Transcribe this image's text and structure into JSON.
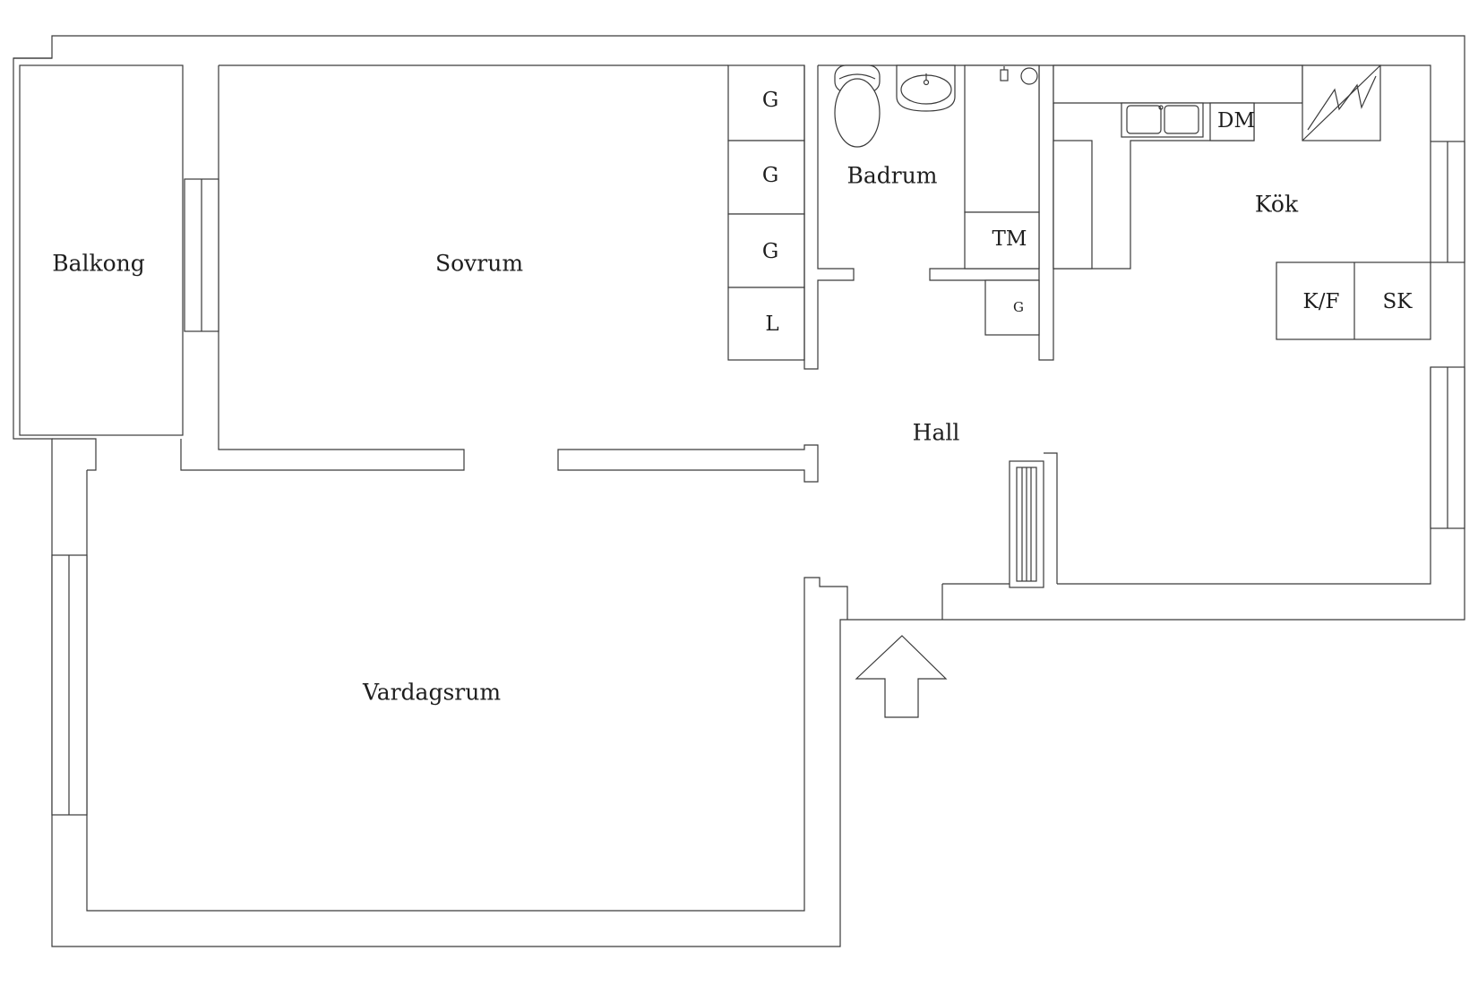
{
  "rooms": {
    "balkong": "Balkong",
    "sovrum": "Sovrum",
    "badrum": "Badrum",
    "kok": "Kök",
    "hall": "Hall",
    "vardagsrum": "Vardagsrum"
  },
  "closets": {
    "wardrobe_1": "G",
    "wardrobe_2": "G",
    "wardrobe_3": "G",
    "linen": "L",
    "hall_closet": "G"
  },
  "appliances": {
    "washing_machine": "TM",
    "dishwasher": "DM",
    "fridge_freezer": "K/F",
    "pantry": "SK"
  },
  "icons": {
    "entrance": "entrance-arrow-icon",
    "stove": "stove-icon",
    "toilet": "toilet-icon",
    "sink": "washbasin-icon",
    "kitchen_sink": "kitchen-sink-icon",
    "radiator": "radiator-icon"
  },
  "colors": {
    "line": "#3a3a3a",
    "background": "#ffffff"
  }
}
